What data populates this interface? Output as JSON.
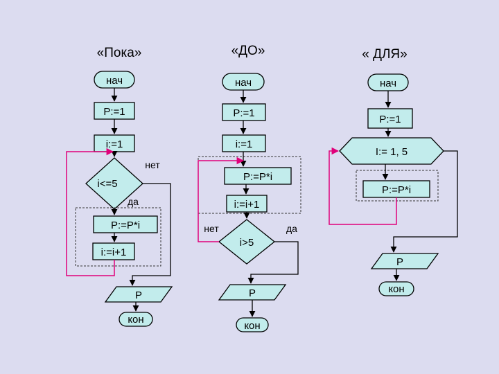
{
  "columns": {
    "while": {
      "title": "«Пока»",
      "start": "нач",
      "p_init": "P:=1",
      "i_init": "i:=1",
      "condition": "i<=5",
      "no_label": "нет",
      "yes_label": "да",
      "body_mul": "P:=P*i",
      "body_inc": "i:=i+1",
      "output": "P",
      "end": "кон"
    },
    "do": {
      "title": "«ДО»",
      "start": "нач",
      "p_init": "P:=1",
      "i_init": "i:=1",
      "body_mul": "P:=P*i",
      "body_inc": "i:=i+1",
      "condition": "i>5",
      "no_label": "нет",
      "yes_label": "да",
      "output": "P",
      "end": "кон"
    },
    "for": {
      "title": "« ДЛЯ»",
      "start": "нач",
      "p_init": "P:=1",
      "loop_header": "I:= 1, 5",
      "body_mul": "P:=P*i",
      "output": "P",
      "end": "кон"
    }
  },
  "colors": {
    "background": "#dcdcf0",
    "block_fill": "#c2ecec",
    "loop_arrow": "#e0007a",
    "stroke": "#000000"
  }
}
